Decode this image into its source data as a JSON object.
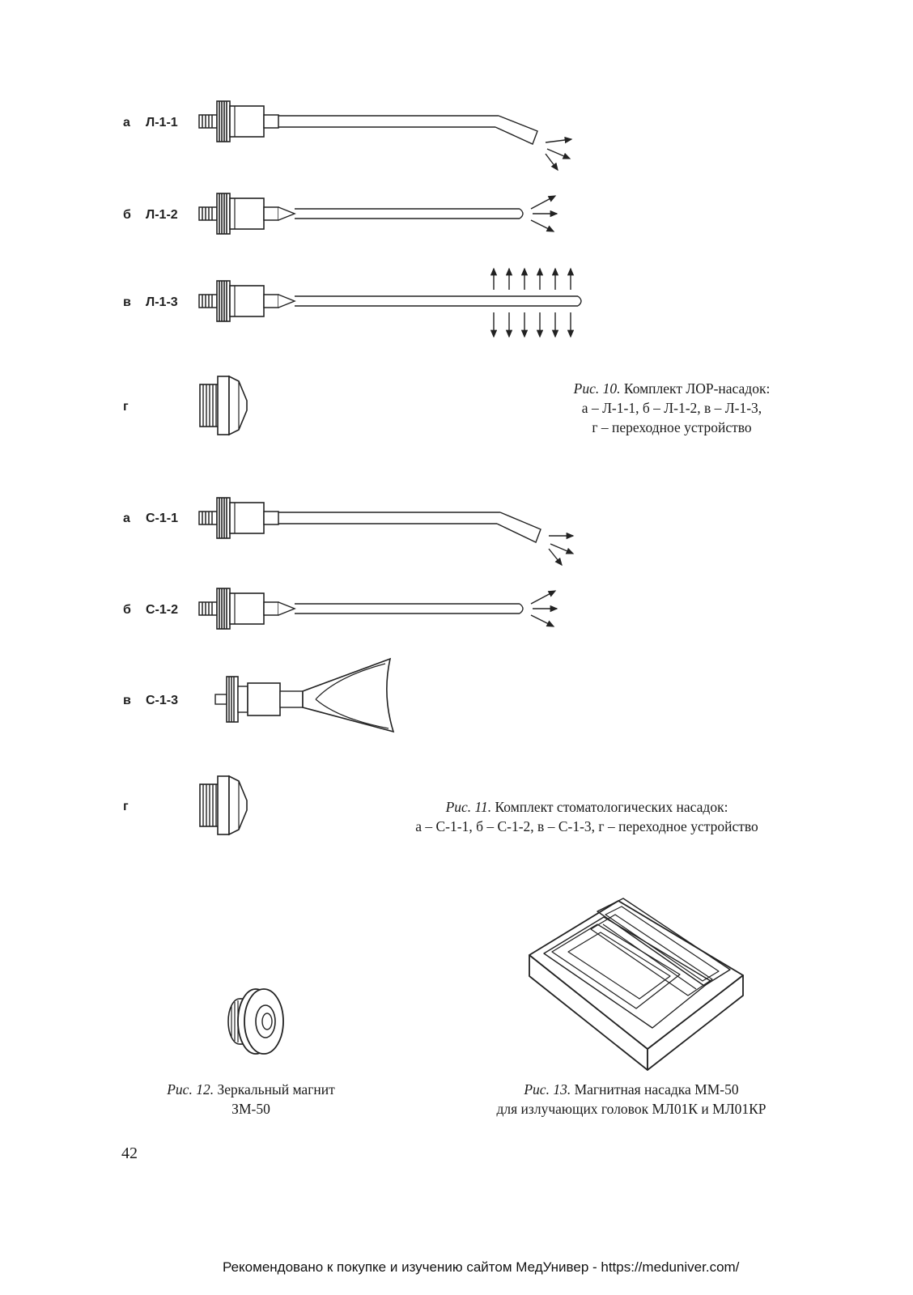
{
  "fig10": {
    "rows": [
      {
        "letter": "а",
        "code": "Л-1-1"
      },
      {
        "letter": "б",
        "code": "Л-1-2"
      },
      {
        "letter": "в",
        "code": "Л-1-3"
      },
      {
        "letter": "г",
        "code": ""
      }
    ],
    "caption_prefix": "Рис. 10.",
    "caption_rest": " Комплект ЛОР-насадок:",
    "caption_line2": "а – Л-1-1, б – Л-1-2, в – Л-1-3,",
    "caption_line3": "г – переходное устройство"
  },
  "fig11": {
    "rows": [
      {
        "letter": "а",
        "code": "С-1-1"
      },
      {
        "letter": "б",
        "code": "С-1-2"
      },
      {
        "letter": "в",
        "code": "С-1-3"
      },
      {
        "letter": "г",
        "code": ""
      }
    ],
    "caption_prefix": "Рис. 11.",
    "caption_rest": " Комплект стоматологических насадок:",
    "caption_line2": "а – С-1-1, б – С-1-2, в – С-1-3, г – переходное устройство"
  },
  "fig12": {
    "caption_prefix": "Рис. 12.",
    "caption_rest": " Зеркальный магнит",
    "caption_line2": "ЗМ-50"
  },
  "fig13": {
    "caption_prefix": "Рис. 13.",
    "caption_rest": " Магнитная насадка ММ-50",
    "caption_line2": "для излучающих головок МЛ01К и МЛ01КР"
  },
  "page_number": "42",
  "footer": "Рекомендовано к покупке и изучению сайтом МедУнивер - https://meduniver.com/"
}
